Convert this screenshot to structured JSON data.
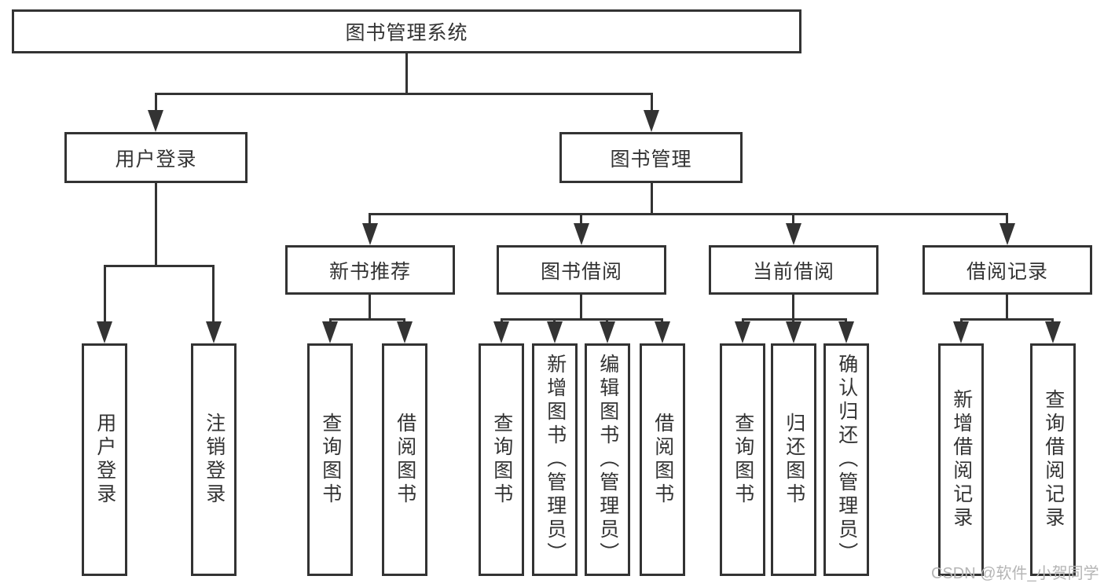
{
  "diagram_title": "图书管理系统",
  "tree": {
    "root": "图书管理系统",
    "children": [
      {
        "label": "用户登录",
        "children": [
          "用户登录",
          "注销登录"
        ]
      },
      {
        "label": "图书管理",
        "children": [
          {
            "label": "新书推荐",
            "children": [
              "查询图书",
              "借阅图书"
            ]
          },
          {
            "label": "图书借阅",
            "children": [
              "查询图书",
              "新增图书（管理员）",
              "编辑图书（管理员）",
              "借阅图书"
            ]
          },
          {
            "label": "当前借阅",
            "children": [
              "查询图书",
              "归还图书",
              "确认归还（管理员）"
            ]
          },
          {
            "label": "借阅记录",
            "children": [
              "新增借阅记录",
              "查询借阅记录"
            ]
          }
        ]
      }
    ]
  },
  "watermark": {
    "text": "CSDN @软件_小贺同学"
  },
  "colors": {
    "line": "#333333",
    "box_border": "#333333",
    "text": "#333333",
    "background": "#ffffff",
    "watermark": "#b5b5b5"
  }
}
